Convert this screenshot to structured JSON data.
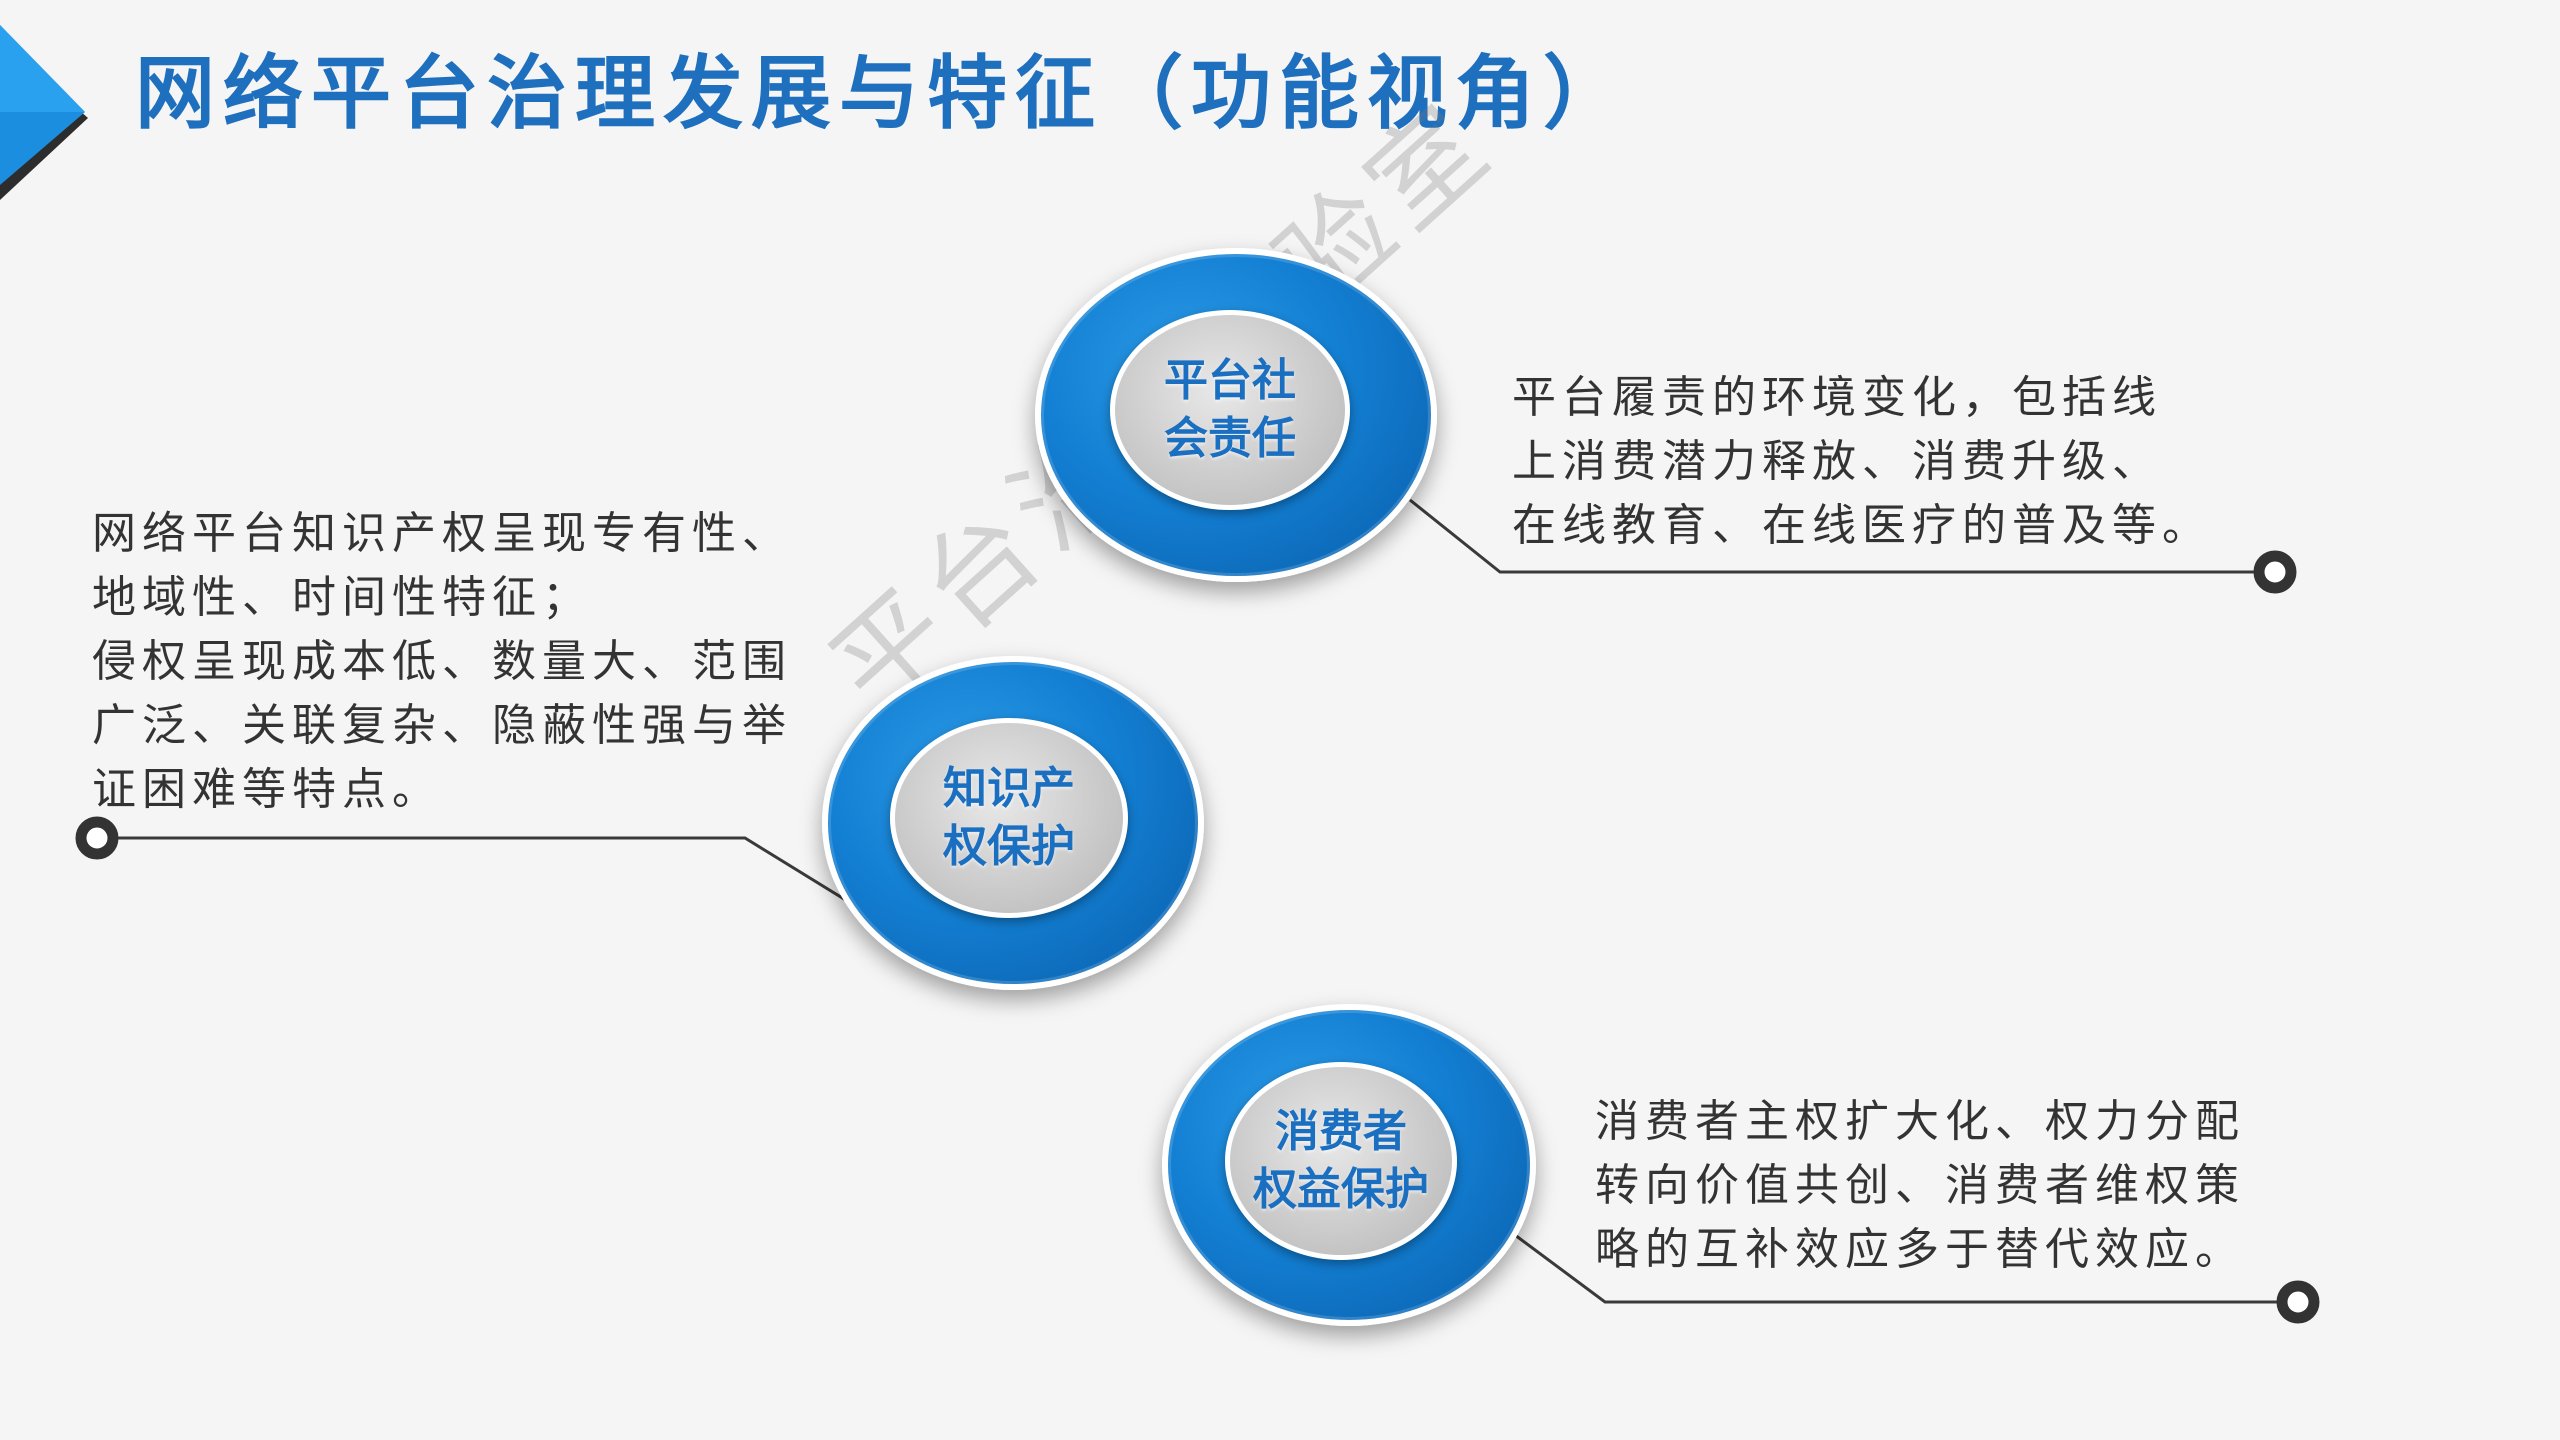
{
  "title": "网络平台治理发展与特征（功能视角）",
  "watermark": "平台治理实验室",
  "nodes": [
    {
      "label": "平台社\n会责任",
      "description": [
        "平台履责的环境变化，包括线",
        "上消费潜力释放、消费升级、",
        "在线教育、在线医疗的普及等。"
      ]
    },
    {
      "label": "知识产\n权保护",
      "description": [
        "网络平台知识产权呈现专有性、",
        "地域性、时间性特征；",
        "侵权呈现成本低、数量大、范围",
        "广泛、关联复杂、隐蔽性强与举",
        "证困难等特点。"
      ]
    },
    {
      "label": "消费者\n权益保护",
      "description": [
        "消费者主权扩大化、权力分配",
        "转向价值共创、消费者维权策",
        "略的互补效应多于替代效应。"
      ]
    }
  ],
  "colors": {
    "accent": "#1e6fbd",
    "ring": "#137fd3",
    "text": "#333333"
  }
}
